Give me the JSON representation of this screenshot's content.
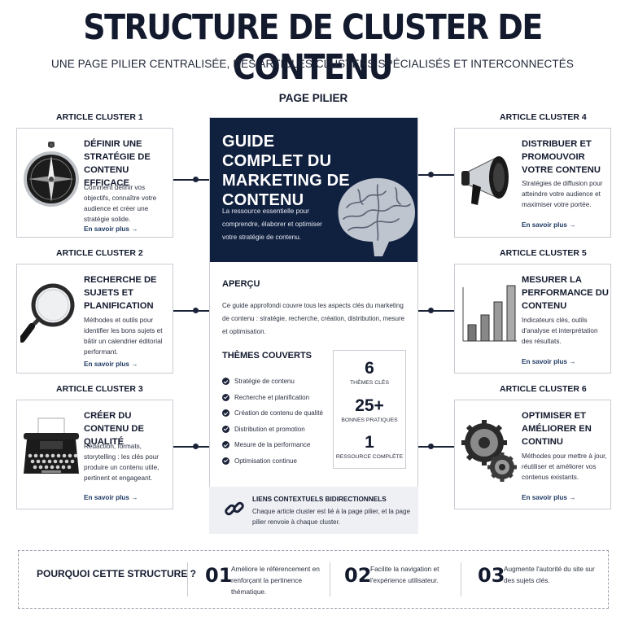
{
  "header": {
    "title": "STRUCTURE DE CLUSTER DE CONTENU",
    "subtitle": "UNE PAGE PILIER CENTRALISÉE, DES ARTICLES CLUSTERS SPÉCIALISÉS ET INTERCONNECTÉS"
  },
  "pillar": {
    "label": "PAGE PILIER",
    "hero_title": "GUIDE COMPLET DU MARKETING DE CONTENU",
    "hero_desc": "La ressource essentielle pour comprendre, élaborer et optimiser votre stratégie de contenu.",
    "overview_title": "APERÇU",
    "overview_text": "Ce guide approfondi couvre tous les aspects clés du marketing de contenu : stratégie, recherche, création, distribution, mesure et optimisation.",
    "themes_title": "THÈMES COUVERTS",
    "themes": [
      "Stratégie de contenu",
      "Recherche et planification",
      "Création de contenu de qualité",
      "Distribution et promotion",
      "Mesure de la performance",
      "Optimisation continue"
    ],
    "stats": [
      {
        "value": "6",
        "label": "THÈMES CLÉS"
      },
      {
        "value": "25+",
        "label": "BONNES PRATIQUES"
      },
      {
        "value": "1",
        "label": "RESSOURCE COMPLÈTE"
      }
    ],
    "links_title": "LIENS CONTEXTUELS BIDIRECTIONNELS",
    "links_text": "Chaque article cluster est lié à la page pilier, et la page pilier renvoie à chaque cluster."
  },
  "clusters": [
    {
      "label": "ARTICLE CLUSTER 1",
      "title": "DÉFINIR UNE STRATÉGIE DE CONTENU EFFICACE",
      "desc": "Comment définir vos objectifs, connaître votre audience et créer une stratégie solide.",
      "more": "En savoir plus →",
      "icon": "compass-icon"
    },
    {
      "label": "ARTICLE CLUSTER 2",
      "title": "RECHERCHE DE SUJETS ET PLANIFICATION",
      "desc": "Méthodes et outils pour identifier les bons sujets et bâtir un calendrier éditorial performant.",
      "more": "En savoir plus →",
      "icon": "magnifier-icon"
    },
    {
      "label": "ARTICLE CLUSTER 3",
      "title": "CRÉER DU CONTENU DE QUALITÉ",
      "desc": "Rédaction, formats, storytelling : les clés pour produire un contenu utile, pertinent et engageant.",
      "more": "En savoir plus →",
      "icon": "typewriter-icon"
    },
    {
      "label": "ARTICLE CLUSTER 4",
      "title": "DISTRIBUER ET PROMOUVOIR VOTRE CONTENU",
      "desc": "Stratégies de diffusion pour atteindre votre audience et maximiser votre portée.",
      "more": "En savoir plus →",
      "icon": "megaphone-icon"
    },
    {
      "label": "ARTICLE CLUSTER 5",
      "title": "MESURER LA PERFORMANCE DU CONTENU",
      "desc": "Indicateurs clés, outils d'analyse et interprétation des résultats.",
      "more": "En savoir plus →",
      "icon": "bar-chart-icon"
    },
    {
      "label": "ARTICLE CLUSTER 6",
      "title": "OPTIMISER ET AMÉLIORER EN CONTINU",
      "desc": "Méthodes pour mettre à jour, réutiliser et améliorer vos contenus existants.",
      "more": "En savoir plus →",
      "icon": "gears-icon"
    }
  ],
  "why": {
    "title": "POURQUOI CETTE STRUCTURE ?",
    "items": [
      {
        "num": "01",
        "text": "Améliore le référencement en renforçant la pertinence thématique."
      },
      {
        "num": "02",
        "text": "Facilite la navigation et l'expérience utilisateur."
      },
      {
        "num": "03",
        "text": "Augmente l'autorité du site sur des sujets clés."
      }
    ]
  },
  "colors": {
    "navy": "#10203f",
    "dark": "#131a2e",
    "border": "#c9ccd3"
  }
}
